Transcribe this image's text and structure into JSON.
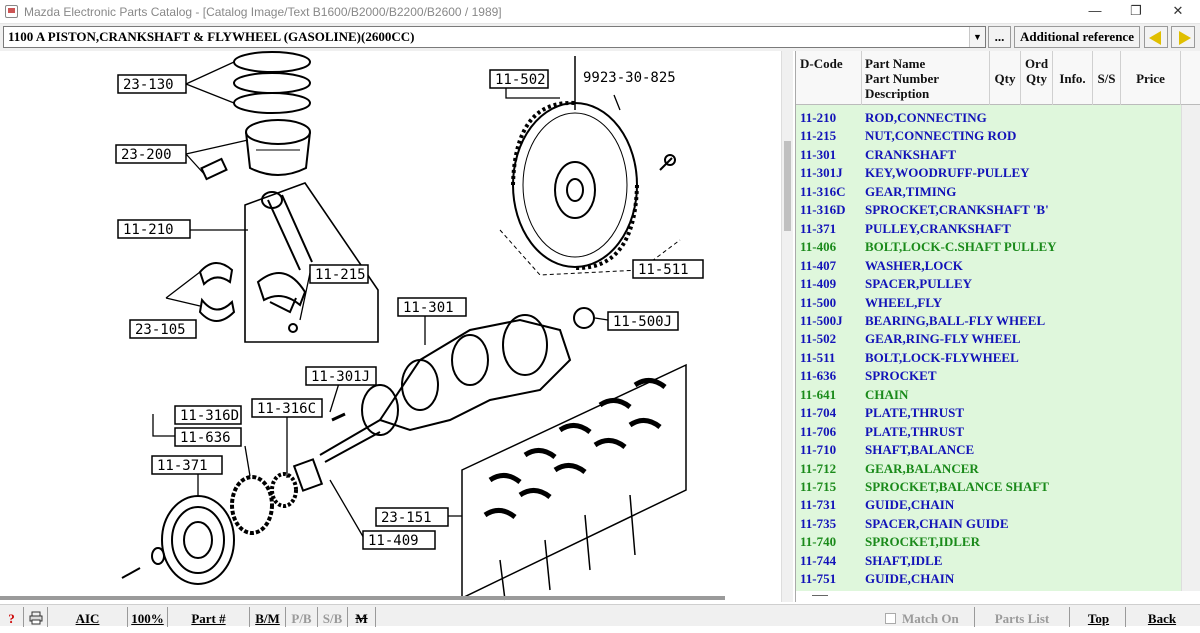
{
  "window": {
    "title": "Mazda Electronic Parts Catalog - [Catalog Image/Text B1600/B2000/B2200/B2600 / 1989]",
    "controls": {
      "minimize": "—",
      "restore": "❐",
      "close": "✕"
    }
  },
  "toolbar": {
    "section_value": "1100 A  PISTON,CRANKSHAFT & FLYWHEEL (GASOLINE)(2600CC)",
    "ellipsis_label": "...",
    "additional_reference_label": "Additional reference",
    "prev_icon": "arrow-left-icon",
    "next_icon": "arrow-right-icon",
    "arrow_color": "#f5d400"
  },
  "diagram": {
    "callouts": [
      {
        "id": "23-130",
        "text": "23-130"
      },
      {
        "id": "23-200",
        "text": "23-200"
      },
      {
        "id": "11-210",
        "text": "11-210"
      },
      {
        "id": "11-215",
        "text": "11-215"
      },
      {
        "id": "23-105",
        "text": "23-105"
      },
      {
        "id": "11-502",
        "text": "11-502"
      },
      {
        "id": "9923-30-825",
        "text": "9923-30-825"
      },
      {
        "id": "11-511",
        "text": "11-511"
      },
      {
        "id": "11-301",
        "text": "11-301"
      },
      {
        "id": "11-500J",
        "text": "11-500J"
      },
      {
        "id": "11-301J",
        "text": "11-301J"
      },
      {
        "id": "11-316D",
        "text": "11-316D"
      },
      {
        "id": "11-316C",
        "text": "11-316C"
      },
      {
        "id": "11-636",
        "text": "11-636"
      },
      {
        "id": "11-371",
        "text": "11-371"
      },
      {
        "id": "23-151",
        "text": "23-151"
      },
      {
        "id": "11-409",
        "text": "11-409"
      }
    ]
  },
  "parts_table": {
    "headers": {
      "dcode": "D-Code",
      "part_name": "Part Name",
      "part_number": "Part Number",
      "description": "Description",
      "qty": "Qty",
      "ord_qty_1": "Ord",
      "ord_qty_2": "Qty",
      "info": "Info.",
      "ss": "S/S",
      "price": "Price"
    },
    "row_colors": {
      "blue": "#1212b8",
      "green": "#1a8a1a"
    },
    "background": "#dff7dc",
    "rows": [
      {
        "code": "11-210",
        "name": "ROD,CONNECTING",
        "color": "blue"
      },
      {
        "code": "11-215",
        "name": "NUT,CONNECTING ROD",
        "color": "blue"
      },
      {
        "code": "11-301",
        "name": "CRANKSHAFT",
        "color": "blue"
      },
      {
        "code": "11-301J",
        "name": "KEY,WOODRUFF-PULLEY",
        "color": "blue"
      },
      {
        "code": "11-316C",
        "name": "GEAR,TIMING",
        "color": "blue"
      },
      {
        "code": "11-316D",
        "name": "SPROCKET,CRANKSHAFT 'B'",
        "color": "blue"
      },
      {
        "code": "11-371",
        "name": "PULLEY,CRANKSHAFT",
        "color": "blue"
      },
      {
        "code": "11-406",
        "name": "BOLT,LOCK-C.SHAFT PULLEY",
        "color": "green"
      },
      {
        "code": "11-407",
        "name": "WASHER,LOCK",
        "color": "blue"
      },
      {
        "code": "11-409",
        "name": "SPACER,PULLEY",
        "color": "blue"
      },
      {
        "code": "11-500",
        "name": "WHEEL,FLY",
        "color": "blue"
      },
      {
        "code": "11-500J",
        "name": "BEARING,BALL-FLY WHEEL",
        "color": "blue"
      },
      {
        "code": "11-502",
        "name": "GEAR,RING-FLY WHEEL",
        "color": "blue"
      },
      {
        "code": "11-511",
        "name": "BOLT,LOCK-FLYWHEEL",
        "color": "blue"
      },
      {
        "code": "11-636",
        "name": "SPROCKET",
        "color": "blue"
      },
      {
        "code": "11-641",
        "name": "CHAIN",
        "color": "green"
      },
      {
        "code": "11-704",
        "name": "PLATE,THRUST",
        "color": "blue"
      },
      {
        "code": "11-706",
        "name": "PLATE,THRUST",
        "color": "blue"
      },
      {
        "code": "11-710",
        "name": "SHAFT,BALANCE",
        "color": "blue"
      },
      {
        "code": "11-712",
        "name": "GEAR,BALANCER",
        "color": "green"
      },
      {
        "code": "11-715",
        "name": "SPROCKET,BALANCE SHAFT",
        "color": "green"
      },
      {
        "code": "11-731",
        "name": "GUIDE,CHAIN",
        "color": "blue"
      },
      {
        "code": "11-735",
        "name": "SPACER,CHAIN GUIDE",
        "color": "blue"
      },
      {
        "code": "11-740",
        "name": "SPROCKET,IDLER",
        "color": "green"
      },
      {
        "code": "11-744",
        "name": "SHAFT,IDLE",
        "color": "blue"
      },
      {
        "code": "11-751",
        "name": "GUIDE,CHAIN",
        "color": "blue"
      }
    ]
  },
  "statusbar": {
    "help": "?",
    "print_icon": "printer-icon",
    "aic": "AIC",
    "zoom": "100%",
    "part_hash": "Part #",
    "bm": "B/M",
    "pb": "P/B",
    "sb": "S/B",
    "m": "M",
    "match_on": "Match On",
    "parts_list": "Parts List",
    "top": "Top",
    "back": "Back"
  }
}
